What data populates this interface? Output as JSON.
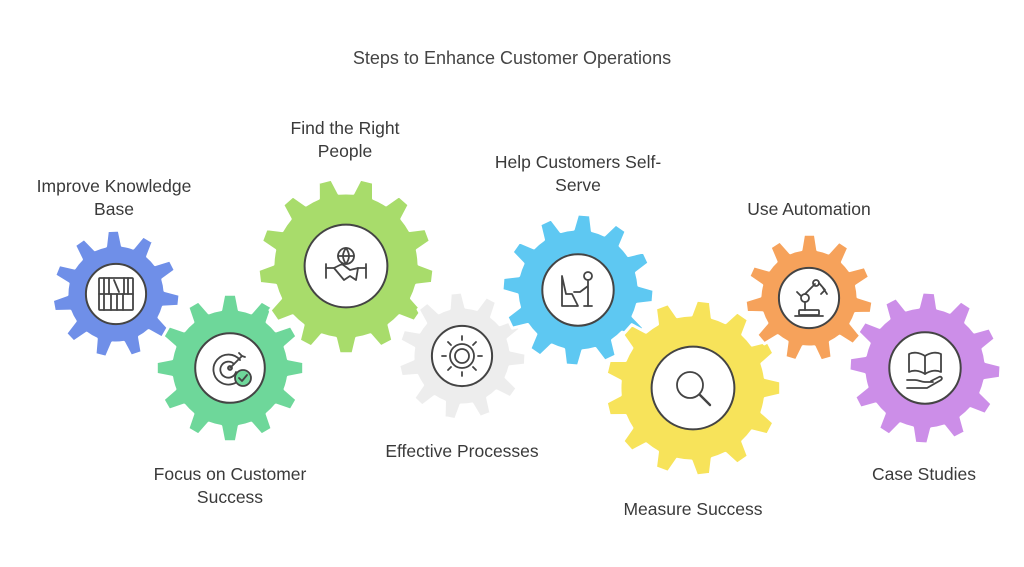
{
  "title": "Steps to Enhance Customer Operations",
  "steps": [
    {
      "line1": "Improve Knowledge",
      "line2": "Base",
      "color": "#6f8fe8",
      "icon": "bookshelf-icon"
    },
    {
      "line1": "Focus on Customer",
      "line2": "Success",
      "color": "#6ed79a",
      "icon": "target-check-icon"
    },
    {
      "line1": "Find the Right",
      "line2": "People",
      "color": "#a8dc6b",
      "icon": "handshake-globe-icon"
    },
    {
      "line1": "Effective Processes",
      "line2": "",
      "color": "#ededed",
      "icon": "gear-sun-icon"
    },
    {
      "line1": "Help Customers Self-",
      "line2": "Serve",
      "color": "#5ec8f2",
      "icon": "person-kiosk-icon"
    },
    {
      "line1": "Measure Success",
      "line2": "",
      "color": "#f7e35a",
      "icon": "magnifier-icon"
    },
    {
      "line1": "Use Automation",
      "line2": "",
      "color": "#f6a25b",
      "icon": "robot-arm-icon"
    },
    {
      "line1": "Case Studies",
      "line2": "",
      "color": "#cc8ee8",
      "icon": "book-hand-icon"
    }
  ]
}
